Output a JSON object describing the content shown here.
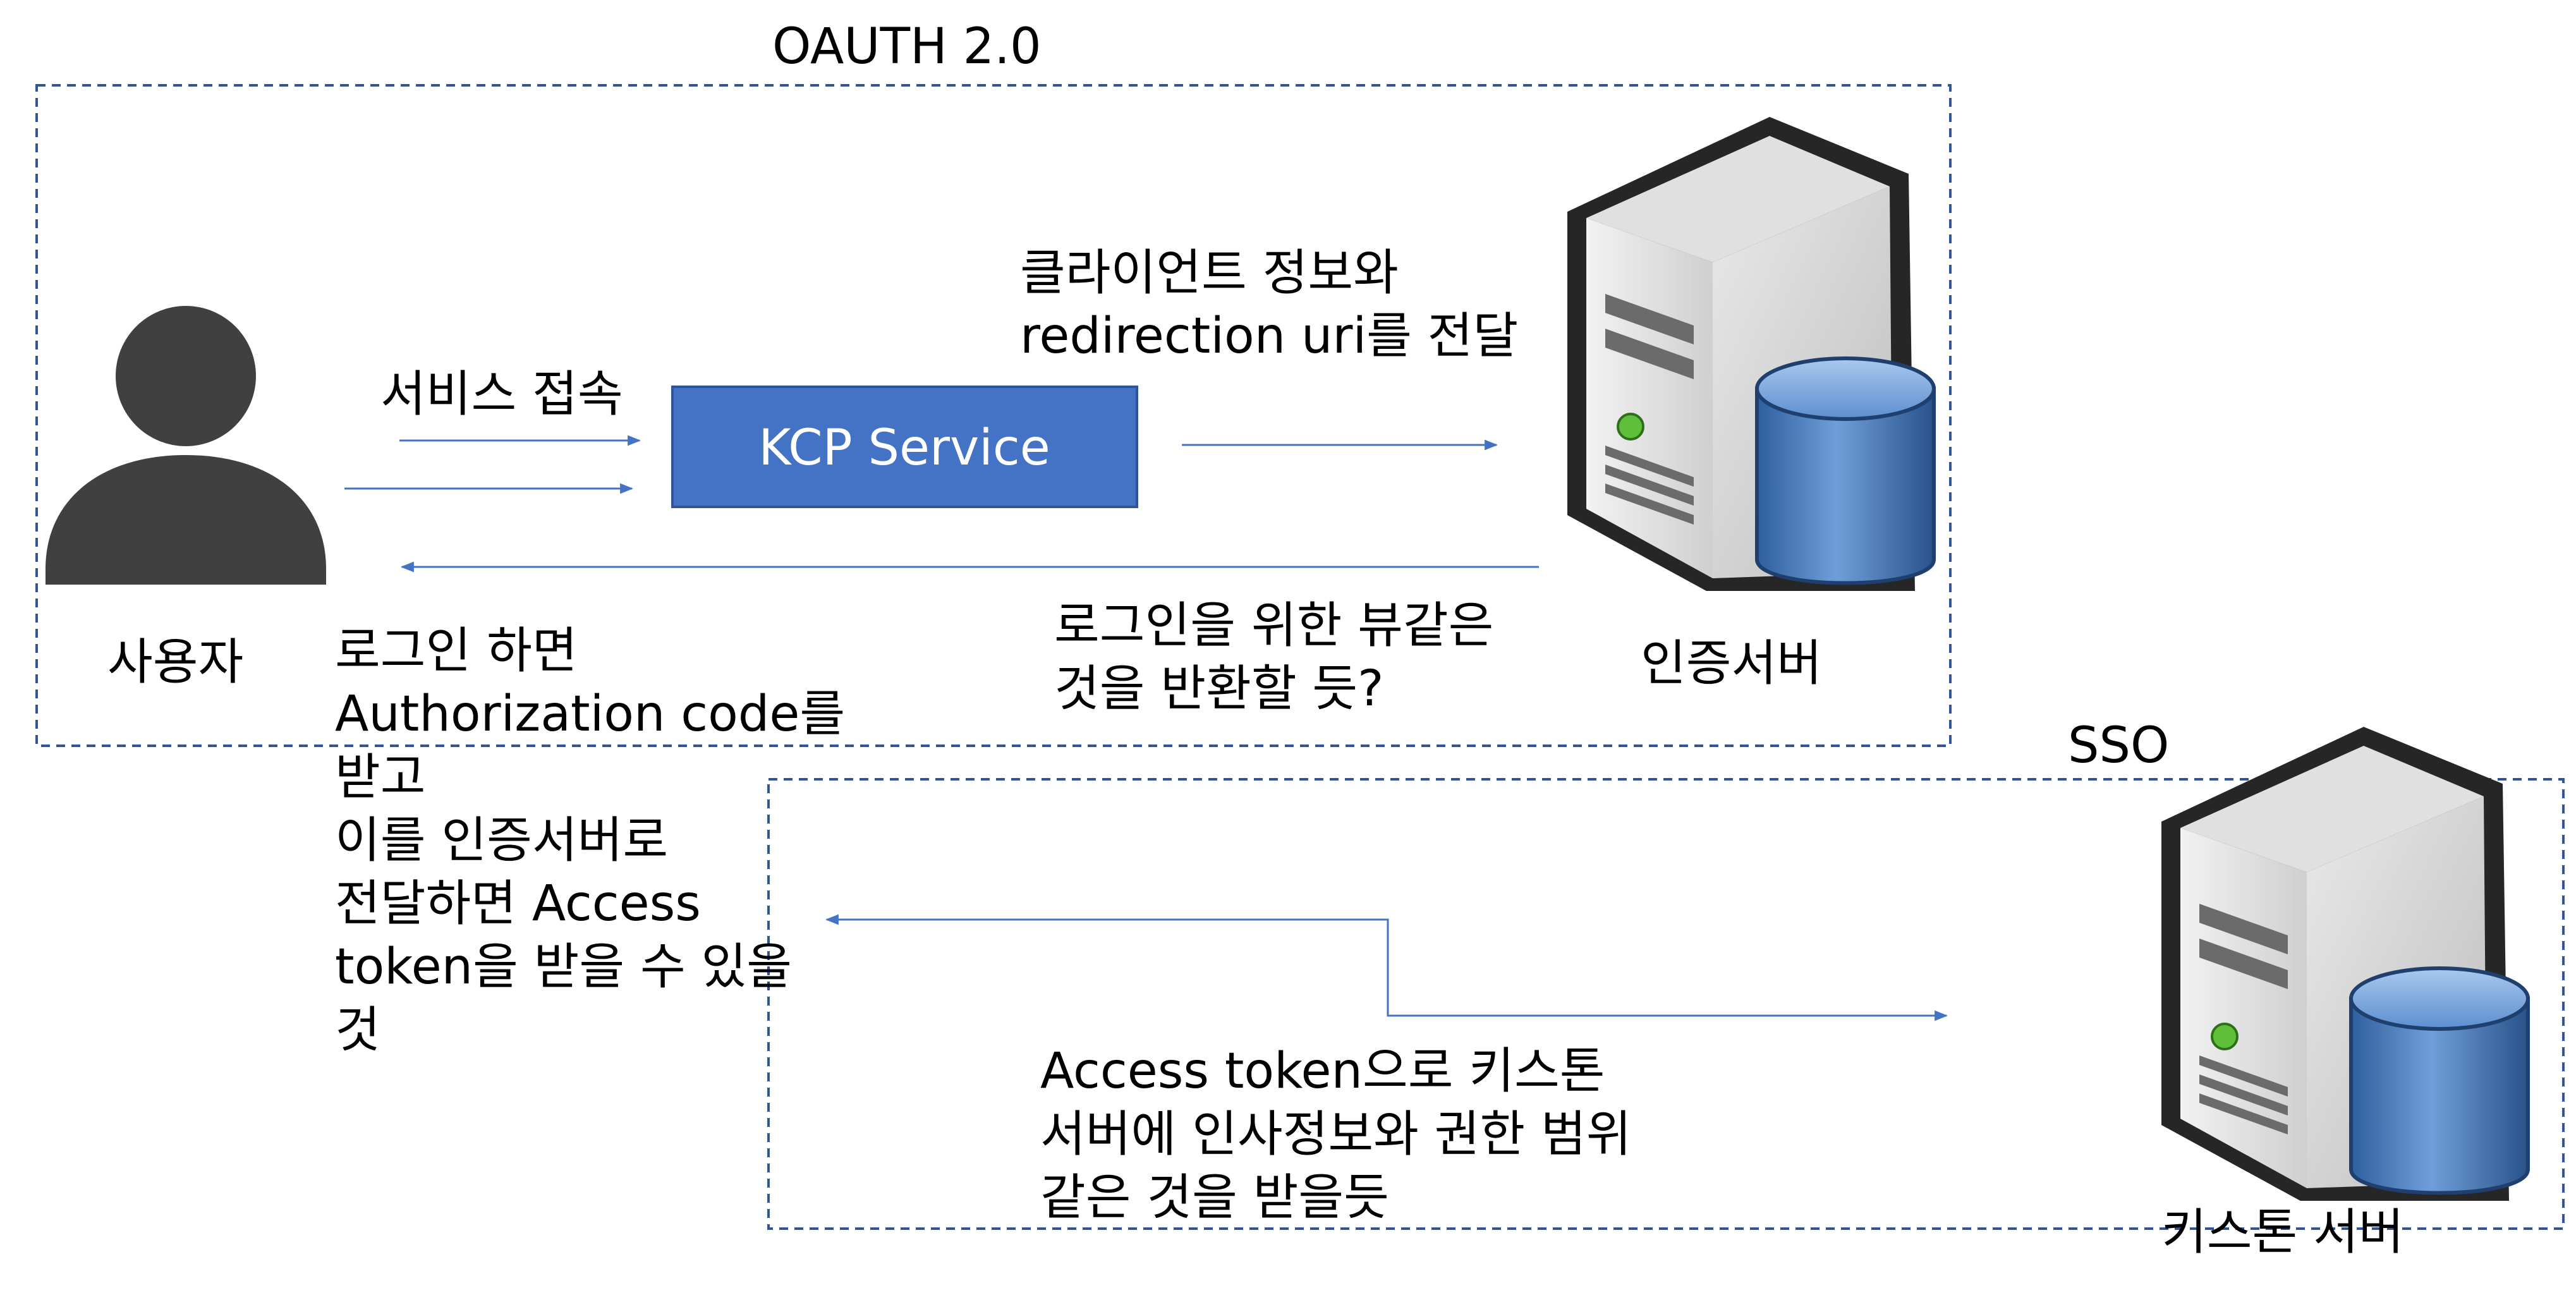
{
  "colors": {
    "frame": "#2F5597",
    "arrow": "#4472C4",
    "service_box_fill": "#4472C4",
    "service_box_stroke": "#2F5597",
    "person": "#404040"
  },
  "icons": {
    "user": "person-silhouette-icon",
    "auth_server": "server-with-database-icon",
    "keystone_server": "server-with-database-icon"
  },
  "groups": {
    "oauth": {
      "title": "OAUTH 2.0"
    },
    "sso": {
      "title": "SSO"
    }
  },
  "nodes": {
    "user": {
      "label": "사용자"
    },
    "kcp_service": {
      "label": "KCP Service"
    },
    "auth_server": {
      "label": "인증서버"
    },
    "keystone_server": {
      "label": "키스톤 서버"
    }
  },
  "edge_labels": {
    "service_access": "서비스 접속",
    "client_info": [
      "클라이언트 정보와",
      "redirection uri를 전달"
    ],
    "login_view": [
      "로그인을 위한 뷰같은",
      "것을 반환할 듯?"
    ],
    "auth_code": [
      "로그인 하면",
      "Authorization code를",
      "받고",
      "이를 인증서버로",
      "전달하면 Access",
      "token을 받을 수 있을",
      "것"
    ],
    "sso_exchange": [
      "Access token으로 키스톤",
      "서버에 인사정보와 권한 범위",
      "같은 것을 받을듯"
    ]
  }
}
